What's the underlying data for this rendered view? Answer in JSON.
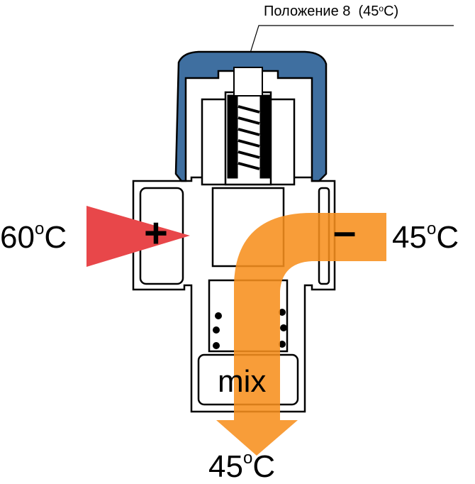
{
  "callout": {
    "text": "Положение 8",
    "paren_open": "(45",
    "degree": "o",
    "unit": "C)"
  },
  "hot_inlet": {
    "value": "60",
    "degree": "o",
    "unit": "C",
    "sign": "+"
  },
  "cold_inlet": {
    "value": "45",
    "degree": "o",
    "unit": "C",
    "sign": "–"
  },
  "mixed_outlet": {
    "value": "45",
    "degree": "o",
    "unit": "C",
    "label": "mix"
  },
  "colors": {
    "cap": "#3f6fa0",
    "hot_arrow": "#e8474a",
    "mix_flow": "#f7901e"
  }
}
